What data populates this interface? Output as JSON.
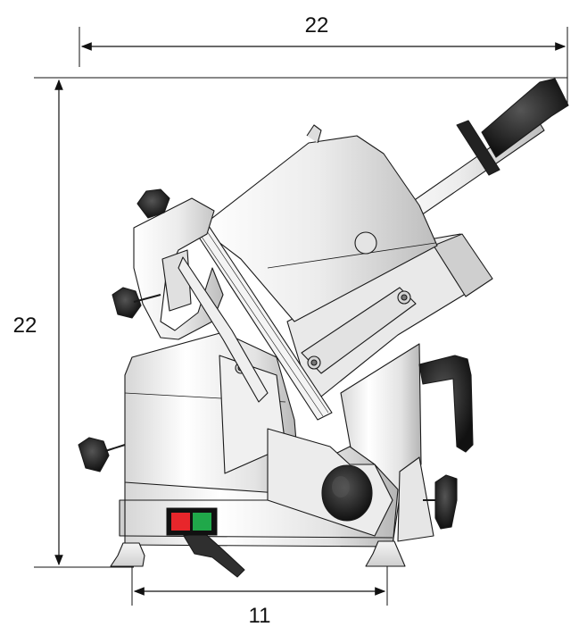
{
  "dimensions": {
    "top_width": "22",
    "left_height": "22",
    "base_width": "11"
  },
  "switch_panel": {
    "off_color": "#e8262b",
    "on_color": "#20a84a"
  },
  "colors": {
    "line": "#1a1a1a",
    "metal_light": "#f4f4f4",
    "metal_mid": "#d9d9d9",
    "metal_dark": "#a8a8a8",
    "knob": "#2b2b2b"
  }
}
